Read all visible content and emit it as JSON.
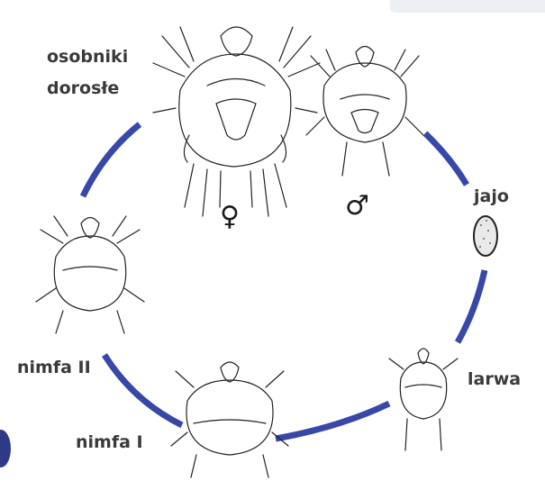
{
  "labels": {
    "adults": [
      "osobniki",
      "dorosłe"
    ],
    "egg": "jajo",
    "larva": "larwa",
    "nymph1": "nimfa I",
    "nymph2": "nimfa II"
  },
  "symbols": {
    "female": "♀",
    "male": "♂"
  },
  "colors": {
    "cycle_arrow": "#3848a8",
    "text": "#3a3a3a"
  }
}
